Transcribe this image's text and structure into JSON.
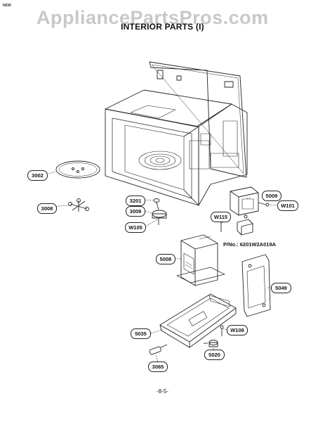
{
  "header": {
    "watermark": "AppliancePartsPros.com",
    "corner_mark": "NEW",
    "title": "INTERIOR PARTS (I)"
  },
  "labels": {
    "l3002": "3002",
    "l3008": "3008",
    "l3201": "3201",
    "l3009": "3009",
    "lW105": "W105",
    "l5009": "5009",
    "lW101": "W101",
    "lW115": "W115",
    "l5008": "5008",
    "l5049": "5049",
    "l5035": "5035",
    "lW108": "W108",
    "l5020": "5020",
    "l3065": "3065"
  },
  "part_number_note": "P/No.: 6201W2A019A",
  "footer": {
    "page_number": "-8-5-"
  }
}
